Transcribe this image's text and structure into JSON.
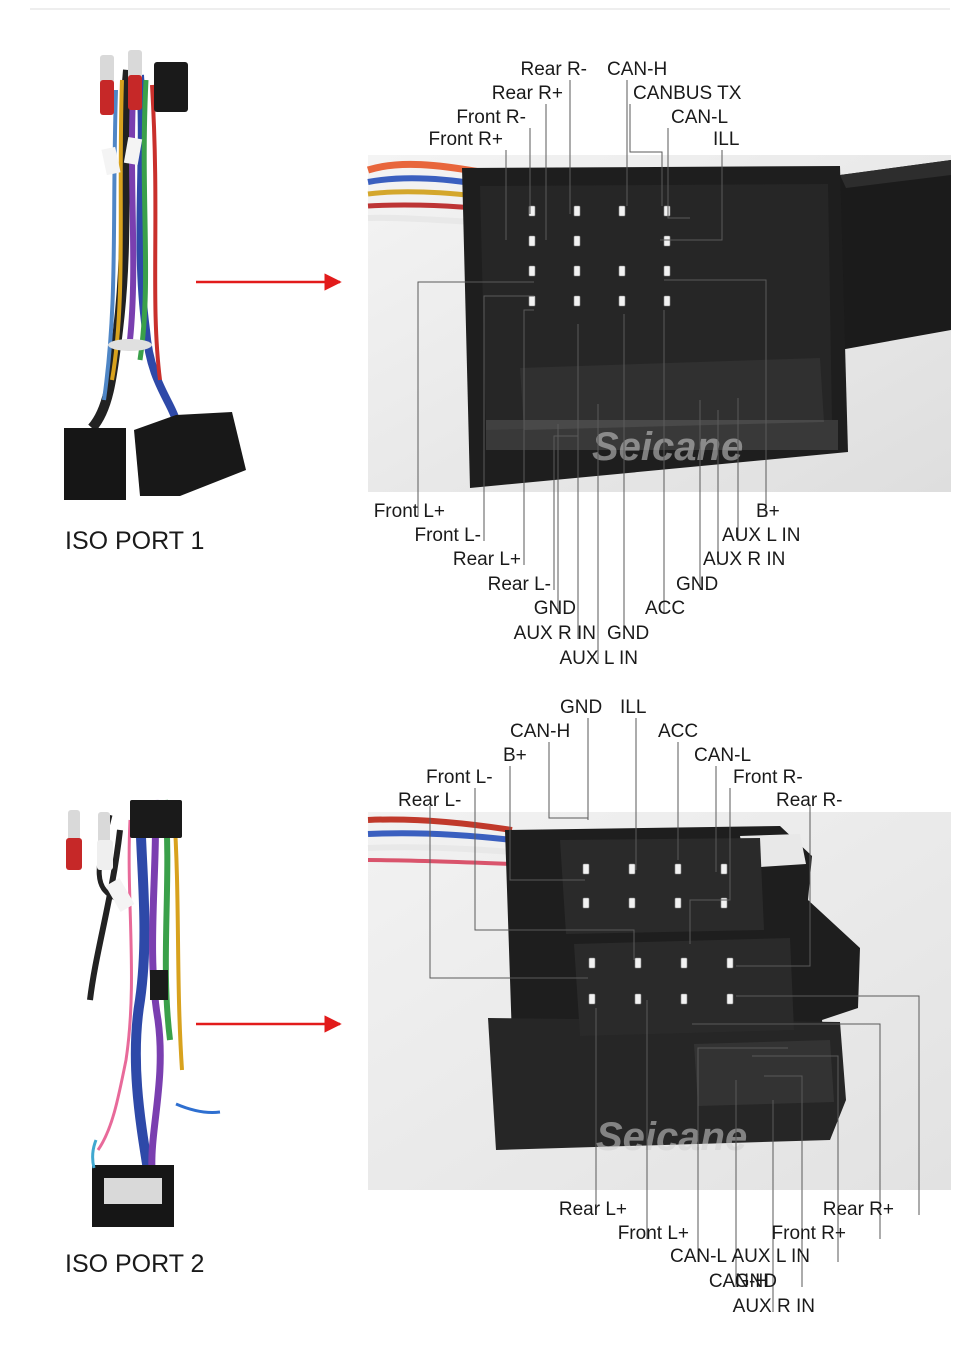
{
  "sections": [
    {
      "port_label": "ISO PORT 1",
      "watermark": "Seicane",
      "labels": [
        {
          "text": "Rear R-",
          "anchor": "end"
        },
        {
          "text": "Rear R+",
          "anchor": "end"
        },
        {
          "text": "Front R-",
          "anchor": "end"
        },
        {
          "text": "Front R+",
          "anchor": "end"
        },
        {
          "text": "CAN-H",
          "anchor": "start"
        },
        {
          "text": "CANBUS TX",
          "anchor": "start"
        },
        {
          "text": "CAN-L",
          "anchor": "start"
        },
        {
          "text": "ILL",
          "anchor": "start"
        },
        {
          "text": "Front L+",
          "anchor": "end"
        },
        {
          "text": "Front L-",
          "anchor": "end"
        },
        {
          "text": "Rear L+",
          "anchor": "end"
        },
        {
          "text": "Rear L-",
          "anchor": "end"
        },
        {
          "text": "GND",
          "anchor": "end"
        },
        {
          "text": "AUX R IN",
          "anchor": "end"
        },
        {
          "text": "AUX L IN",
          "anchor": "end"
        },
        {
          "text": "GND",
          "anchor": "start"
        },
        {
          "text": "ACC",
          "anchor": "start"
        },
        {
          "text": "GND",
          "anchor": "start"
        },
        {
          "text": "AUX R IN",
          "anchor": "start"
        },
        {
          "text": "AUX L IN",
          "anchor": "start"
        },
        {
          "text": "B+",
          "anchor": "start"
        }
      ]
    },
    {
      "port_label": "ISO PORT 2",
      "watermark": "Seicane",
      "labels": [
        {
          "text": "GND",
          "anchor": "start"
        },
        {
          "text": "ILL",
          "anchor": "start"
        },
        {
          "text": "CAN-H",
          "anchor": "start"
        },
        {
          "text": "ACC",
          "anchor": "start"
        },
        {
          "text": "B+",
          "anchor": "start"
        },
        {
          "text": "CAN-L",
          "anchor": "start"
        },
        {
          "text": "Front L-",
          "anchor": "start"
        },
        {
          "text": "Front R-",
          "anchor": "start"
        },
        {
          "text": "Rear L-",
          "anchor": "start"
        },
        {
          "text": "Rear R-",
          "anchor": "start"
        },
        {
          "text": "Rear L+",
          "anchor": "end"
        },
        {
          "text": "Front L+",
          "anchor": "end"
        },
        {
          "text": "CAN-L",
          "anchor": "end"
        },
        {
          "text": "CAN-H",
          "anchor": "end"
        },
        {
          "text": "AUX R IN",
          "anchor": "end"
        },
        {
          "text": "GND",
          "anchor": "end"
        },
        {
          "text": "AUX L IN",
          "anchor": "end"
        },
        {
          "text": "Front R+",
          "anchor": "end"
        },
        {
          "text": "Rear R+",
          "anchor": "end"
        }
      ]
    }
  ],
  "colors": {
    "arrow": "#e21b1b",
    "connector": "#1e1e1e",
    "photo_bg": "#ececec"
  }
}
